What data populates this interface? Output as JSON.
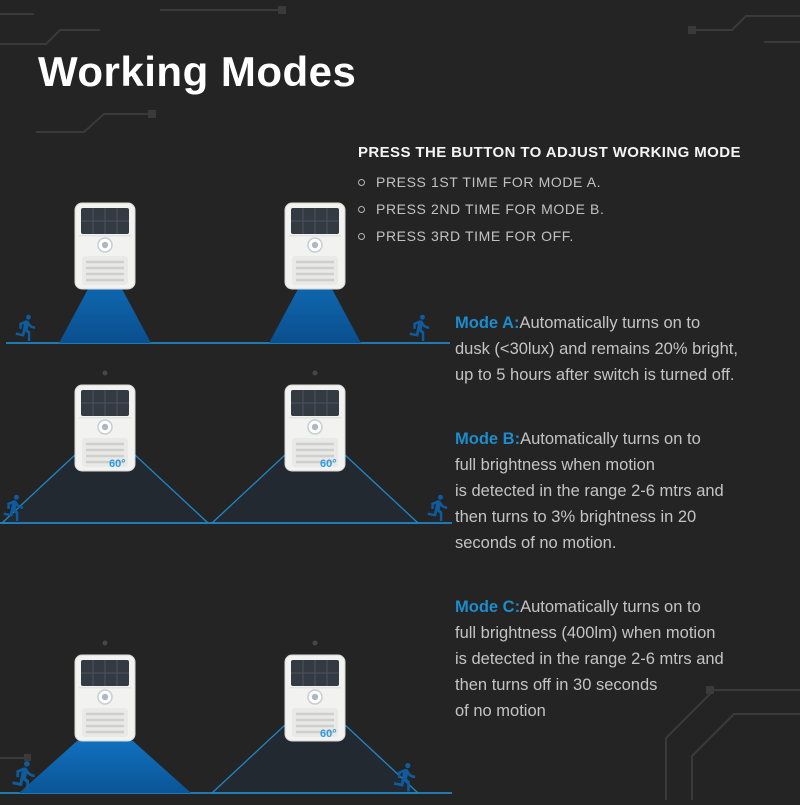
{
  "page": {
    "title": "Working Modes"
  },
  "instructions": {
    "heading": "PRESS THE BUTTON TO ADJUST WORKING MODE",
    "items": [
      "PRESS 1ST TIME FOR MODE A.",
      "PRESS 2ND TIME FOR MODE B.",
      "PRESS 3RD TIME FOR OFF."
    ]
  },
  "modes": [
    {
      "label": "Mode A:",
      "text": "Automatically turns on to\ndusk (<30lux)  and remains 20% bright,\nup to 5 hours after switch is turned off."
    },
    {
      "label": "Mode B:",
      "text": "Automatically turns on to\nfull brightness when motion\nis detected in the range 2-6 mtrs and\nthen turns to 3% brightness in 20\nseconds of no motion."
    },
    {
      "label": "Mode C:",
      "text": "Automatically turns on to\nfull brightness (400lm) when motion\nis detected in the range 2-6 mtrs and\nthen turns off  in 30 seconds\nof no motion"
    }
  ],
  "diagram": {
    "angle_labels": [
      "60°",
      "60°",
      "60°"
    ]
  },
  "colors": {
    "background": "#242424",
    "accent_blue": "#1d8ccd",
    "beam_blue": "#0d63ac",
    "text": "#c4c4c4"
  }
}
